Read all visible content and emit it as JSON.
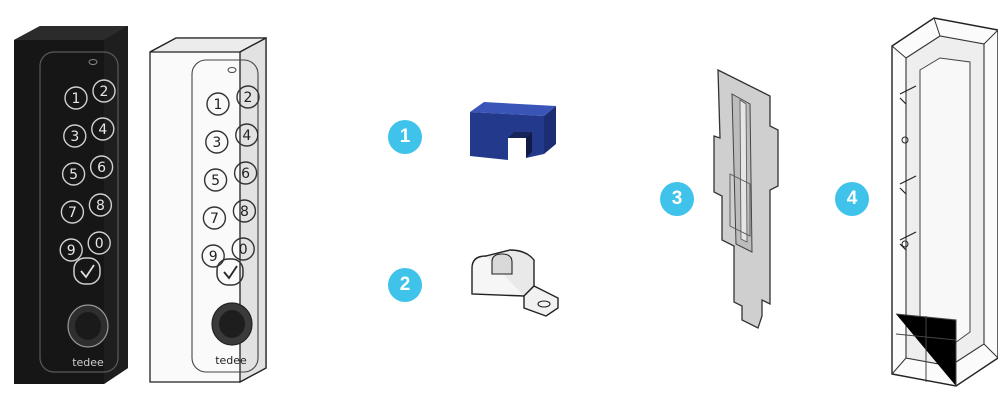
{
  "colors": {
    "badge": "#3fc3ea",
    "keypad_dark": "#161616",
    "keypad_light": "#f7f7f7",
    "bracket_blue": "#2a3f8f",
    "mount_plate": "#c9c9c9"
  },
  "keypad_dark": {
    "keys": [
      "1",
      "2",
      "3",
      "4",
      "5",
      "6",
      "7",
      "8",
      "9",
      "0"
    ],
    "confirm_icon": "check-icon",
    "sensor_icon": "fingerprint-sensor-icon",
    "brand": "tedee"
  },
  "keypad_light": {
    "keys": [
      "1",
      "2",
      "3",
      "4",
      "5",
      "6",
      "7",
      "8",
      "9",
      "0"
    ],
    "confirm_icon": "check-icon",
    "sensor_icon": "fingerprint-sensor-icon",
    "brand": "tedee"
  },
  "parts": [
    {
      "number": "1",
      "icon": "blue-bracket-icon"
    },
    {
      "number": "2",
      "icon": "mounting-clip-icon"
    },
    {
      "number": "3",
      "icon": "mounting-plate-icon"
    },
    {
      "number": "4",
      "icon": "back-housing-icon"
    }
  ]
}
